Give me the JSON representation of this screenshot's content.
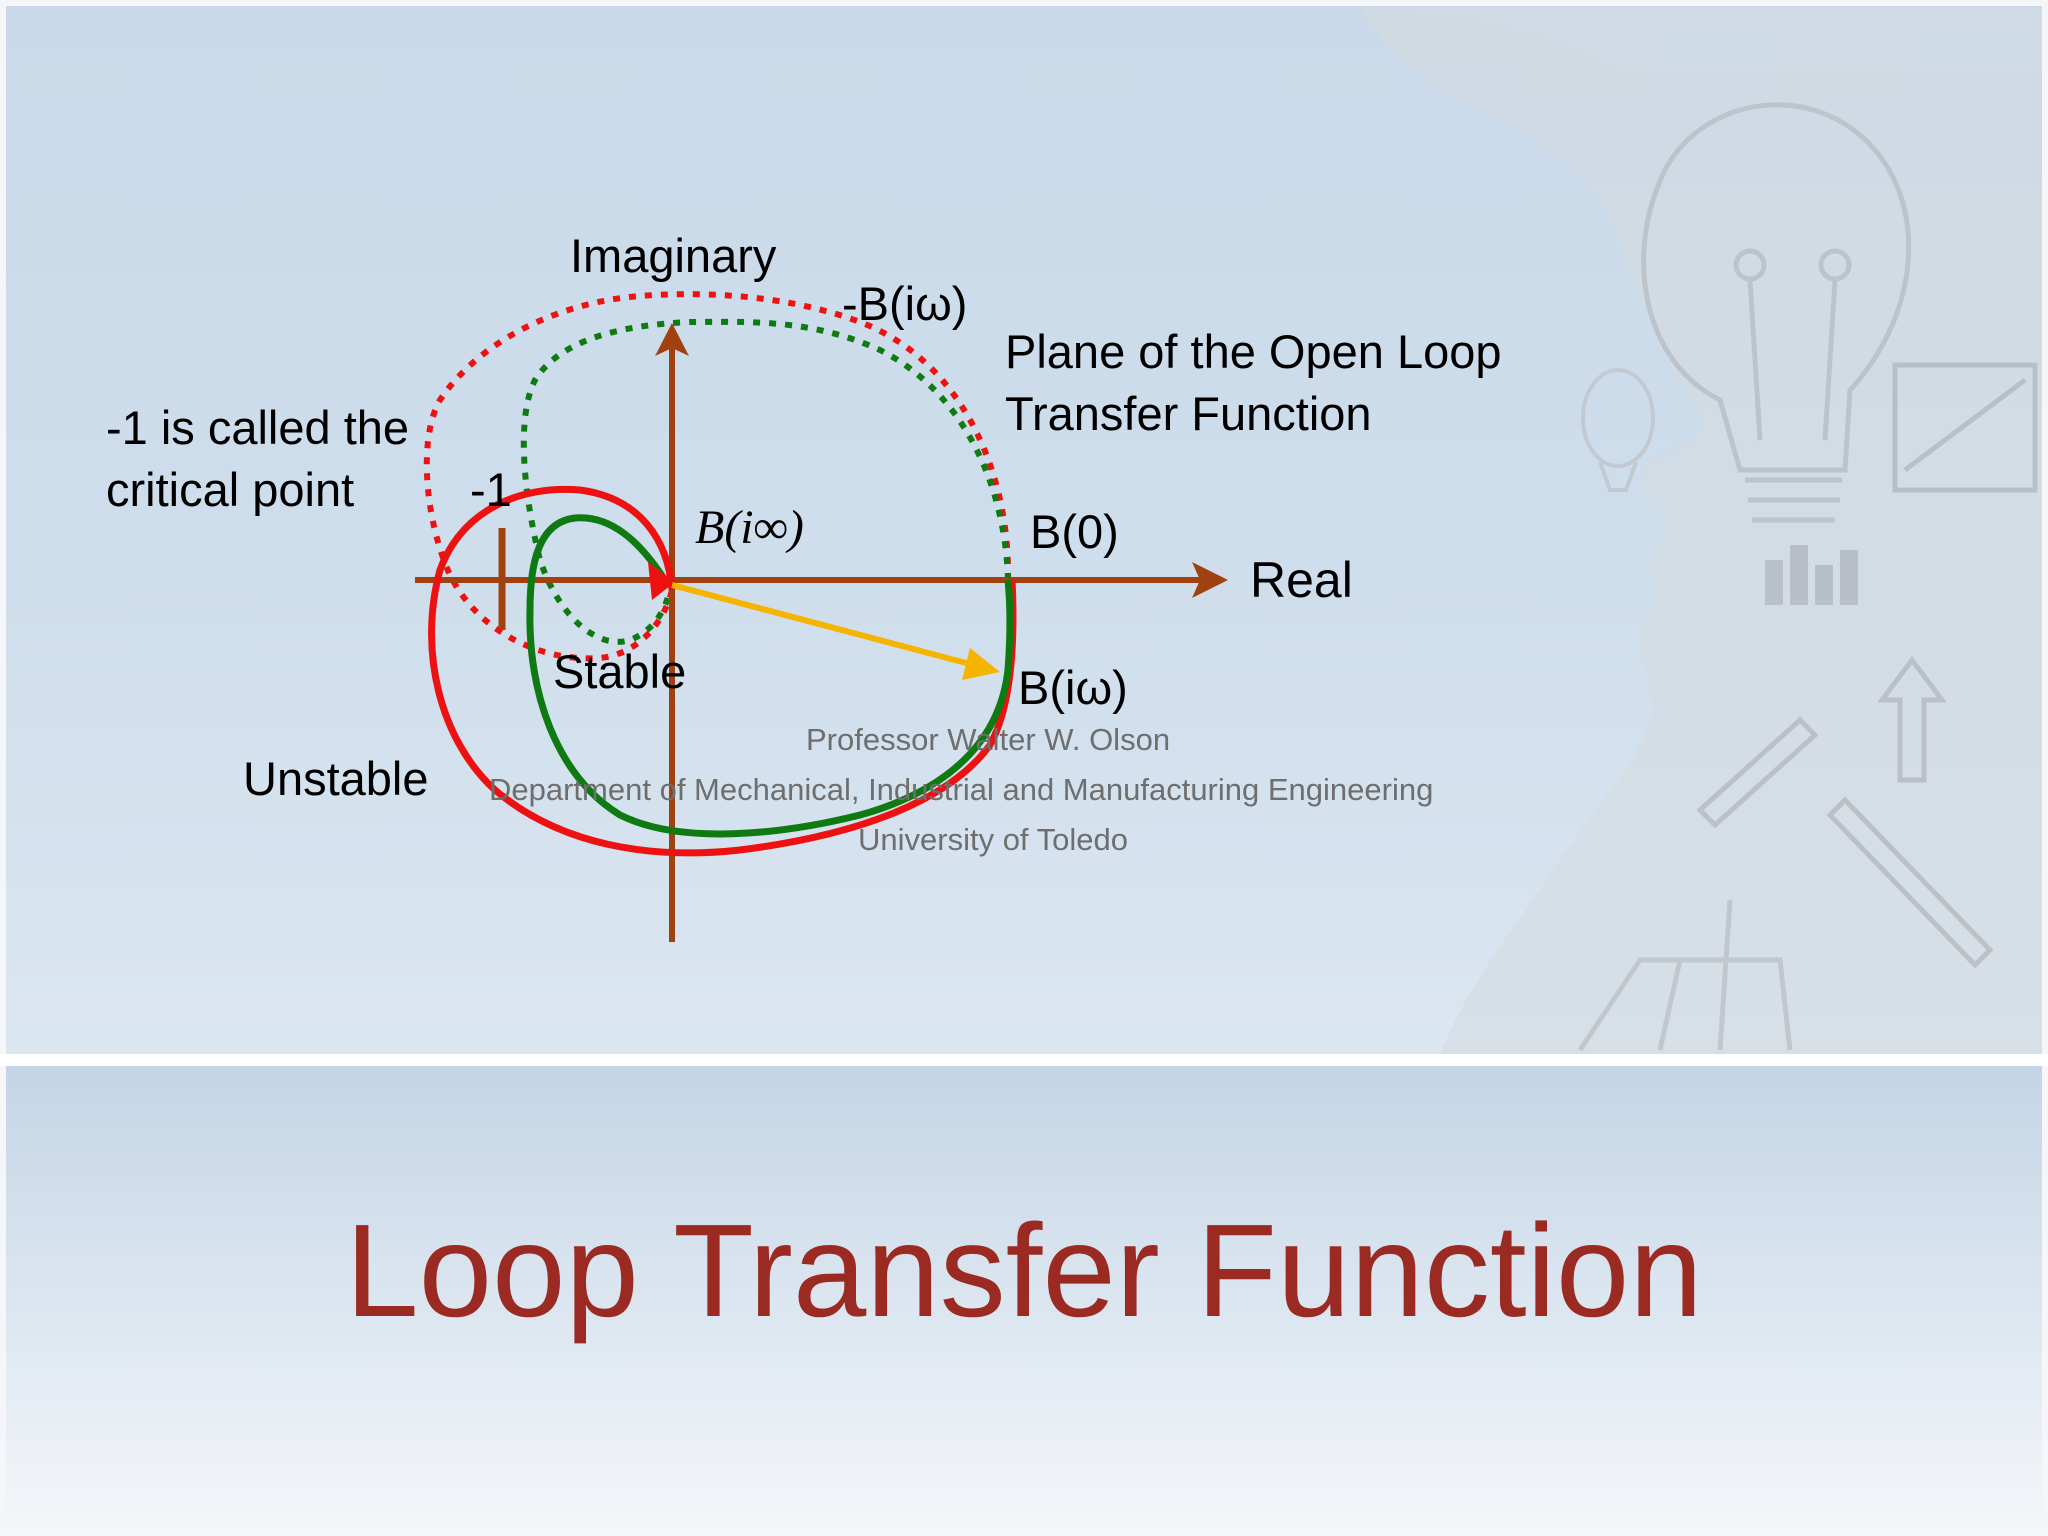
{
  "slide": {
    "title": "Loop Transfer Function",
    "title_color": "#9B2A22"
  },
  "diagram": {
    "axis_imaginary_label": "Imaginary",
    "axis_real_label": "Real",
    "neg_b_label": "-B(iω)",
    "plane_label_line1": "Plane of the Open Loop",
    "plane_label_line2": "Transfer Function",
    "critical_note_line1": "-1 is called the",
    "critical_note_line2": "critical point",
    "minus_one_label": "-1",
    "b_infinity_label": "B(i∞)",
    "b_zero_label": "B(0)",
    "b_omega_label": "B(iω)",
    "stable_label": "Stable",
    "unstable_label": "Unstable",
    "colors": {
      "axis": "#A0410F",
      "unstable_curve": "#EE1111",
      "stable_curve": "#0F7A12",
      "vector": "#F5B400"
    }
  },
  "credits": {
    "line1": "Professor Walter W. Olson",
    "line2": "Department of Mechanical, Industrial and Manufacturing Engineering",
    "line3": "University of Toledo"
  },
  "decoration": {
    "background_icons": [
      "head-silhouette",
      "light-bulb-icon",
      "pencil-icon",
      "arrow-up-icon",
      "hot-air-balloon-icon",
      "bar-chart-icon",
      "notepad-icon"
    ]
  }
}
